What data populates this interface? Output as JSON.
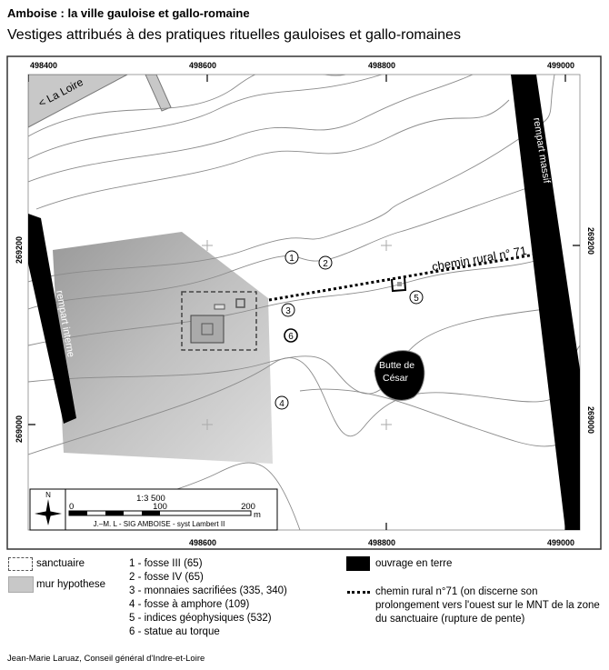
{
  "header": {
    "title": "Amboise : la ville gauloise et gallo-romaine",
    "subtitle": "Vestiges attribués à des pratiques rituelles gauloises et gallo-romaines"
  },
  "map": {
    "x_ticks": [
      "498400",
      "498600",
      "498800",
      "499000"
    ],
    "y_ticks": [
      "269200",
      "269000"
    ],
    "labels": {
      "loire": "< La Loire",
      "rempart_massif": "rempart massif",
      "rempart_interne": "rempart interne",
      "chemin": "chemin rural n° 71",
      "butte_line1": "Butte de",
      "butte_line2": "César"
    },
    "markers": [
      "1",
      "2",
      "3",
      "4",
      "5",
      "6"
    ],
    "north": "N",
    "scale": {
      "ratio": "1:3 500",
      "ticks": [
        "0",
        "100",
        "200"
      ],
      "unit": "m",
      "credit": "J.–M. L - SIG AMBOISE - syst Lambert II"
    }
  },
  "legend": {
    "sanctuaire": "sanctuaire",
    "mur": "mur hypothese",
    "items": [
      "1 - fosse III (65)",
      "2 - fosse IV (65)",
      "3 - monnaies sacrifiées (335, 340)",
      "4 - fosse à amphore (109)",
      "5 - indices géophysiques (532)",
      "6 - statue au torque"
    ],
    "ouvrage": "ouvrage en terre",
    "chemin": "chemin rural n°71 (on discerne son prolongement vers l'ouest sur le MNT de la zone du sanctuaire (rupture de pente)"
  },
  "credit": "Jean-Marie Laruaz, Conseil général d'Indre-et-Loire",
  "colors": {
    "rampart": "#000000",
    "hillshade": "#b8b8b8",
    "contour": "#8a8a8a",
    "river": "#c8c8c8"
  }
}
